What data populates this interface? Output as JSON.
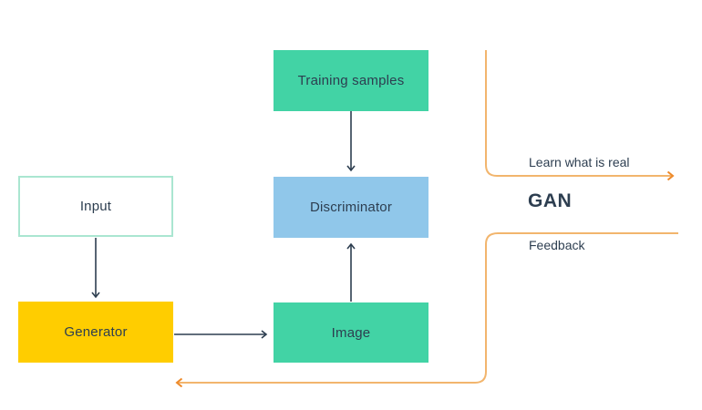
{
  "diagram": {
    "title": "GAN",
    "nodes": [
      {
        "id": "training_samples",
        "label": "Training samples",
        "fill": "#42d3a5"
      },
      {
        "id": "input",
        "label": "Input",
        "fill": "#ffffff",
        "border": "#aae6d1"
      },
      {
        "id": "discriminator",
        "label": "Discriminator",
        "fill": "#90c7ea"
      },
      {
        "id": "generator",
        "label": "Generator",
        "fill": "#ffcd00"
      },
      {
        "id": "image",
        "label": "Image",
        "fill": "#42d3a5"
      }
    ],
    "edges": [
      {
        "from": "training_samples",
        "to": "discriminator",
        "color": "#2d3e50"
      },
      {
        "from": "image",
        "to": "discriminator",
        "color": "#2d3e50"
      },
      {
        "from": "input",
        "to": "generator",
        "color": "#2d3e50"
      },
      {
        "from": "generator",
        "to": "image",
        "color": "#2d3e50"
      },
      {
        "from": "discriminator-side",
        "to": "right",
        "label": "Learn what is real",
        "color": "#f2b56d"
      },
      {
        "from": "right",
        "to": "generator-side",
        "label": "Feedback",
        "color": "#f2b56d"
      }
    ],
    "annotations": {
      "learn_what_is_real": "Learn what is real",
      "gan": "GAN",
      "feedback": "Feedback"
    },
    "colors": {
      "green": "#42d3a5",
      "blue": "#90c7ea",
      "yellow": "#ffcd00",
      "mint_border": "#aae6d1",
      "navy": "#2d3e50",
      "orange_line": "#f2b56d",
      "orange_head": "#ee8a2a",
      "background": "#ffffff"
    }
  }
}
